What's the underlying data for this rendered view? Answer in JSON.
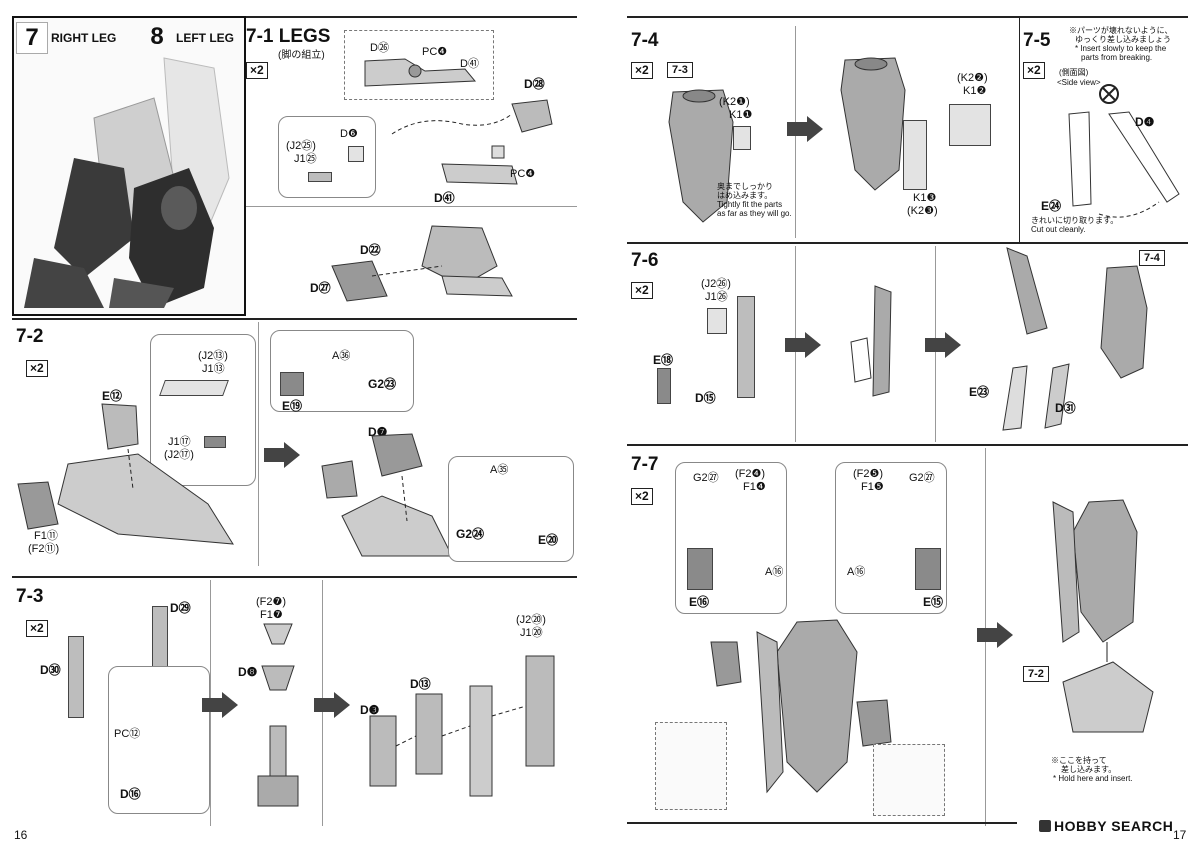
{
  "left_page": {
    "page_number": "16",
    "header": {
      "num7": "7",
      "label7": "RIGHT LEG",
      "num8": "8",
      "label8": "LEFT LEG"
    },
    "step_7_1": {
      "step": "7-1",
      "title": "LEGS",
      "subtitle": "(脚の組立)",
      "qty": "×2",
      "parts": {
        "d26": "D㉖",
        "pc4a": "PC❹",
        "d41a": "D㊶",
        "d28": "D㉘",
        "d6": "D❻",
        "j2_25": "(J2㉕)",
        "j1_25": "J1㉕",
        "pc4b": "PC❹",
        "d41b": "D㊶",
        "d22": "D㉒",
        "d27": "D㉗"
      }
    },
    "step_7_2": {
      "step": "7-2",
      "qty": "×2",
      "parts": {
        "j2_13": "(J2⑬)",
        "j1_13": "J1⑬",
        "e12": "E⑫",
        "j1_17": "J1⑰",
        "j2_17": "(J2⑰)",
        "f1_11": "F1⑪",
        "f2_11": "(F2⑪)",
        "a36": "A㊱",
        "g2_23": "G2㉓",
        "e19": "E⑲",
        "d7": "D❼",
        "a35": "A㉟",
        "g2_24": "G2㉔",
        "e20": "E⑳"
      }
    },
    "step_7_3": {
      "step": "7-3",
      "qty": "×2",
      "parts": {
        "d29": "D㉙",
        "d30": "D㉚",
        "pc12": "PC⑫",
        "d16": "D⑯",
        "f2_7": "(F2❼)",
        "f1_7": "F1❼",
        "d8": "D❽",
        "j2_20": "(J2⑳)",
        "j1_20": "J1⑳",
        "d13": "D⑬",
        "d3": "D❸"
      }
    }
  },
  "right_page": {
    "page_number": "17",
    "step_7_4": {
      "step": "7-4",
      "qty": "×2",
      "ref": "7-3",
      "parts": {
        "k2_1": "(K2❶)",
        "k1_1": "K1❶",
        "k2_2": "(K2❷)",
        "k1_2": "K1❷",
        "k1_3": "K1❸",
        "k2_3": "(K2❸)"
      },
      "note_jp": "奥までしっかり",
      "note_jp2": "はめ込みます。",
      "note_en": "Tightly fit the parts",
      "note_en2": "as far as they will go."
    },
    "step_7_5": {
      "step": "7-5",
      "qty": "×2",
      "note_jp": "※パーツが壊れないように、",
      "note_jp2": "ゆっくり差し込みましょう",
      "note_en": "* Insert slowly to keep the",
      "note_en2": "parts from breaking.",
      "side_jp": "(側面図)",
      "side_en": "<Side view>",
      "d4": "D❹",
      "e24": "E㉔",
      "cut_jp": "きれいに切り取ります。",
      "cut_en": "Cut out cleanly."
    },
    "step_7_6": {
      "step": "7-6",
      "qty": "×2",
      "ref": "7-4",
      "parts": {
        "j2_26": "(J2㉖)",
        "j1_26": "J1㉖",
        "e18": "E⑱",
        "d15": "D⑮",
        "e23": "E㉓",
        "d31": "D㉛"
      }
    },
    "step_7_7": {
      "step": "7-7",
      "qty": "×2",
      "ref": "7-2",
      "parts": {
        "g2_27a": "G2㉗",
        "f2_4": "(F2❹)",
        "f1_4": "F1❹",
        "a16a": "A⑯",
        "e16": "E⑯",
        "f2_5": "(F2❺)",
        "f1_5": "F1❺",
        "g2_27b": "G2㉗",
        "a16b": "A⑯",
        "e15": "E⑮"
      },
      "hold_jp": "※ここを持って",
      "hold_jp2": "差し込みます。",
      "hold_en": "* Hold here and insert."
    },
    "watermark": "HOBBY SEARCH"
  }
}
